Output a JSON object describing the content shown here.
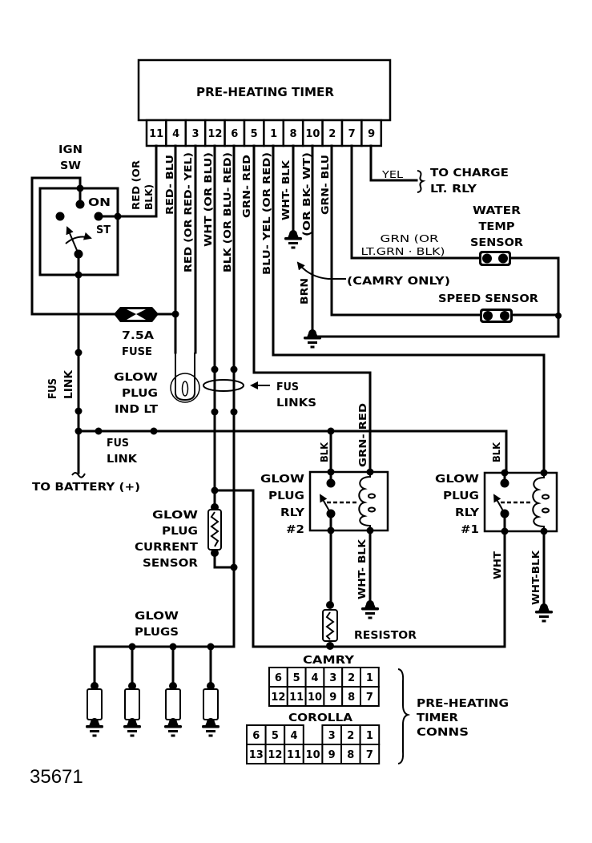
{
  "figure_number": "35671",
  "timer": {
    "title": "PRE-HEATING TIMER",
    "pins": [
      "11",
      "4",
      "3",
      "12",
      "6",
      "5",
      "1",
      "8",
      "10",
      "2",
      "7",
      "9"
    ]
  },
  "pin_wires": {
    "p11": [
      "RED (OR",
      "BLK)"
    ],
    "p4": "RED- BLU",
    "p3": "RED (OR RED- YEL)",
    "p12": "WHT (OR BLU)",
    "p6": "BLK (OR BLU- RED)",
    "p5": "GRN- RED",
    "p1": "BLU- YEL (OR RED)",
    "p8": [
      "WHT- BLK",
      "(OR BK- WT)"
    ],
    "p10": "BRN",
    "p2": "GRN- BLU",
    "p9": "YEL",
    "p7": [
      "GRN (OR",
      "LT.GRN · BLK)"
    ]
  },
  "ignition_switch": {
    "label": [
      "IGN",
      "SW"
    ],
    "on": "ON",
    "st": "ST"
  },
  "fuse": {
    "label": [
      "7.5A",
      "FUSE"
    ]
  },
  "glow_plug_indicator": {
    "label": [
      "GLOW",
      "PLUG",
      "IND LT"
    ]
  },
  "fusible_links": {
    "vertical": [
      "FUS",
      "LINK"
    ],
    "bus": [
      "FUS",
      "LINK"
    ],
    "pair": [
      "FUS",
      "LINKS"
    ]
  },
  "battery": {
    "label": "TO BATTERY (+)"
  },
  "current_sensor": {
    "label": [
      "GLOW",
      "PLUG",
      "CURRENT",
      "SENSOR"
    ]
  },
  "glow_plugs": {
    "label": [
      "GLOW",
      "PLUGS"
    ],
    "count": 4
  },
  "relay_2": {
    "label": [
      "GLOW",
      "PLUG",
      "RLY",
      "#2"
    ],
    "wires": {
      "switch_in": "BLK",
      "coil_in": "GRN- RED",
      "coil_out": "WHT- BLK"
    }
  },
  "relay_1": {
    "label": [
      "GLOW",
      "PLUG",
      "RLY",
      "#1"
    ],
    "wires": {
      "switch_in": "BLK",
      "switch_out": "WHT",
      "coil_out": "WHT-BLK"
    }
  },
  "resistor": {
    "label": "RESISTOR"
  },
  "charge_light_relay": {
    "label": [
      "TO CHARGE",
      "LT. RLY"
    ]
  },
  "water_temp_sensor": {
    "label": [
      "WATER",
      "TEMP",
      "SENSOR"
    ]
  },
  "speed_sensor": {
    "label": "SPEED SENSOR"
  },
  "camry_only_note": "(CAMRY ONLY)",
  "connectors": {
    "title": [
      "PRE-HEATING",
      "TIMER",
      "CONNS"
    ],
    "camry": {
      "label": "CAMRY",
      "rows": [
        [
          "6",
          "5",
          "4",
          "3",
          "2",
          "1"
        ],
        [
          "12",
          "11",
          "10",
          "9",
          "8",
          "7"
        ]
      ]
    },
    "corolla": {
      "label": "COROLLA",
      "rows": [
        [
          "6",
          "5",
          "4",
          "",
          "3",
          "2",
          "1"
        ],
        [
          "13",
          "12",
          "11",
          "10",
          "9",
          "8",
          "7"
        ]
      ]
    }
  }
}
